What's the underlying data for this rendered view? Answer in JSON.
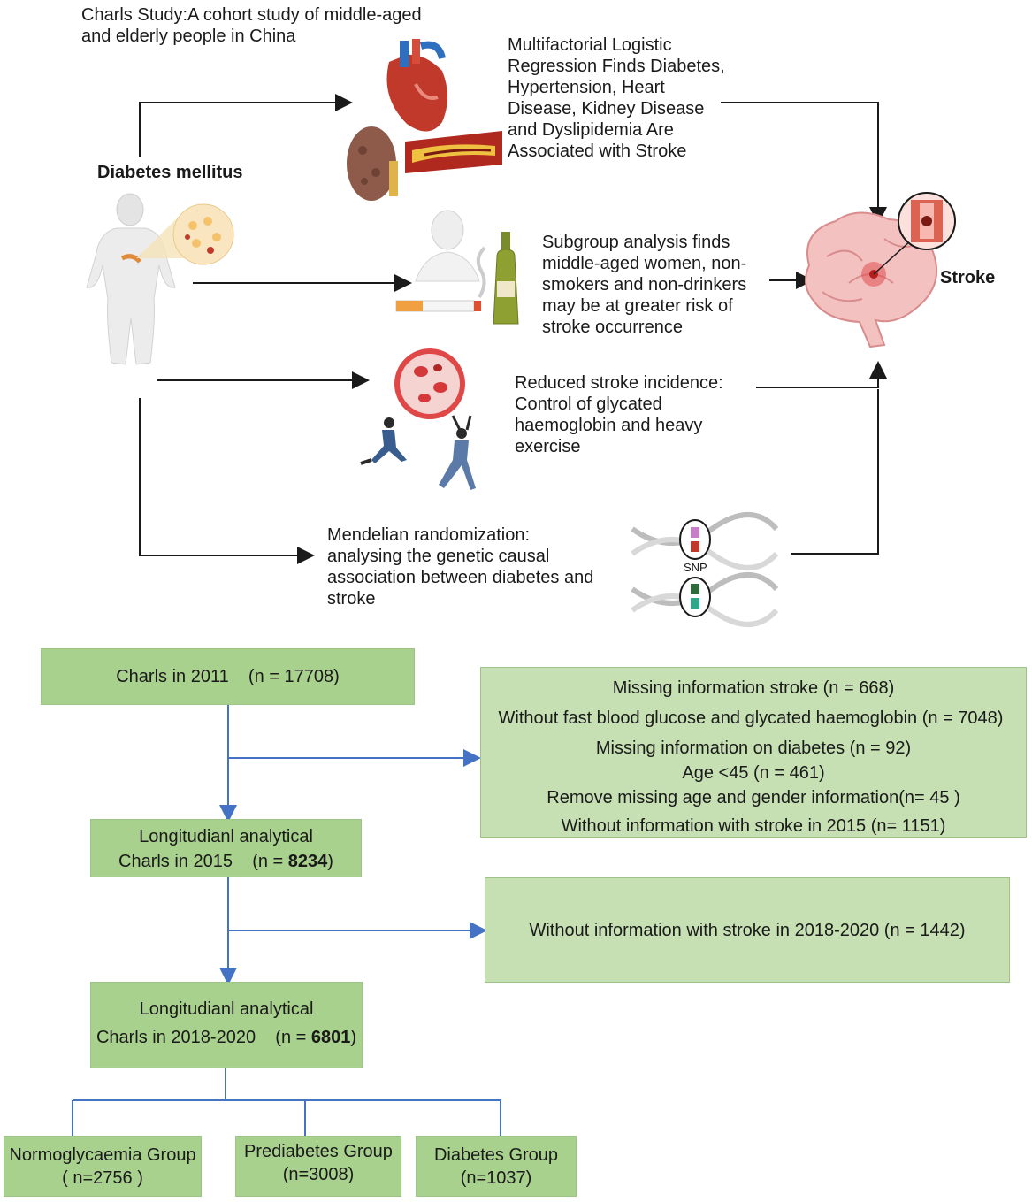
{
  "top": {
    "study_title": "Charls Study:A cohort study of middle-aged\nand elderly people in China",
    "exposure": "Diabetes mellitus",
    "outcome": "Stroke",
    "finding1": "Multifactorial Logistic\nRegression Finds Diabetes,\nHypertension, Heart\nDisease, Kidney Disease\nand Dyslipidemia Are\nAssociated with Stroke",
    "finding2": "Subgroup analysis finds\nmiddle-aged women, non-\nsmokers and non-drinkers\nmay be at greater risk of\nstroke occurrence",
    "finding3": "Reduced stroke incidence:\nControl of glycated\nhaemoglobin and heavy\nexercise",
    "finding4": "Mendelian randomization:\nanalysing the genetic causal\nassociation between diabetes and\nstroke",
    "snp_label": "SNP"
  },
  "flow": {
    "charls2011": "Charls in 2011    (n = 17708)",
    "exclusion1": [
      "Missing information stroke (n = 668)",
      "Without fast blood glucose and glycated haemoglobin (n = 7048)",
      "Missing information on diabetes (n = 92)",
      "Age <45 (n = 461)",
      "Remove missing age and gender information(n= 45 )",
      "Without information with stroke in 2015 (n= 1151)"
    ],
    "long2015_line1": "Longitudianl analytical",
    "long2015_line2_prefix": "Charls in 2015    (n = ",
    "long2015_n": "8234",
    "long2015_suffix": ")",
    "exclusion2": "Without information with stroke in 2018-2020 (n = 1442)",
    "long2018_line1": "Longitudianl analytical",
    "long2018_line2_prefix": "Charls in 2018-2020    (n = ",
    "long2018_n": "6801",
    "long2018_suffix": ")",
    "groups": [
      {
        "name": "Normoglycaemia Group",
        "n": "( n=2756 )"
      },
      {
        "name": "Prediabetes Group",
        "n": "(n=3008)"
      },
      {
        "name": "Diabetes Group",
        "n": "(n=1037)"
      }
    ]
  },
  "colors": {
    "box_green": "#a9d18e",
    "box_light_green": "#c6e0b4",
    "flow_arrow": "#4472c4",
    "top_arrow": "#1a1a1a"
  }
}
